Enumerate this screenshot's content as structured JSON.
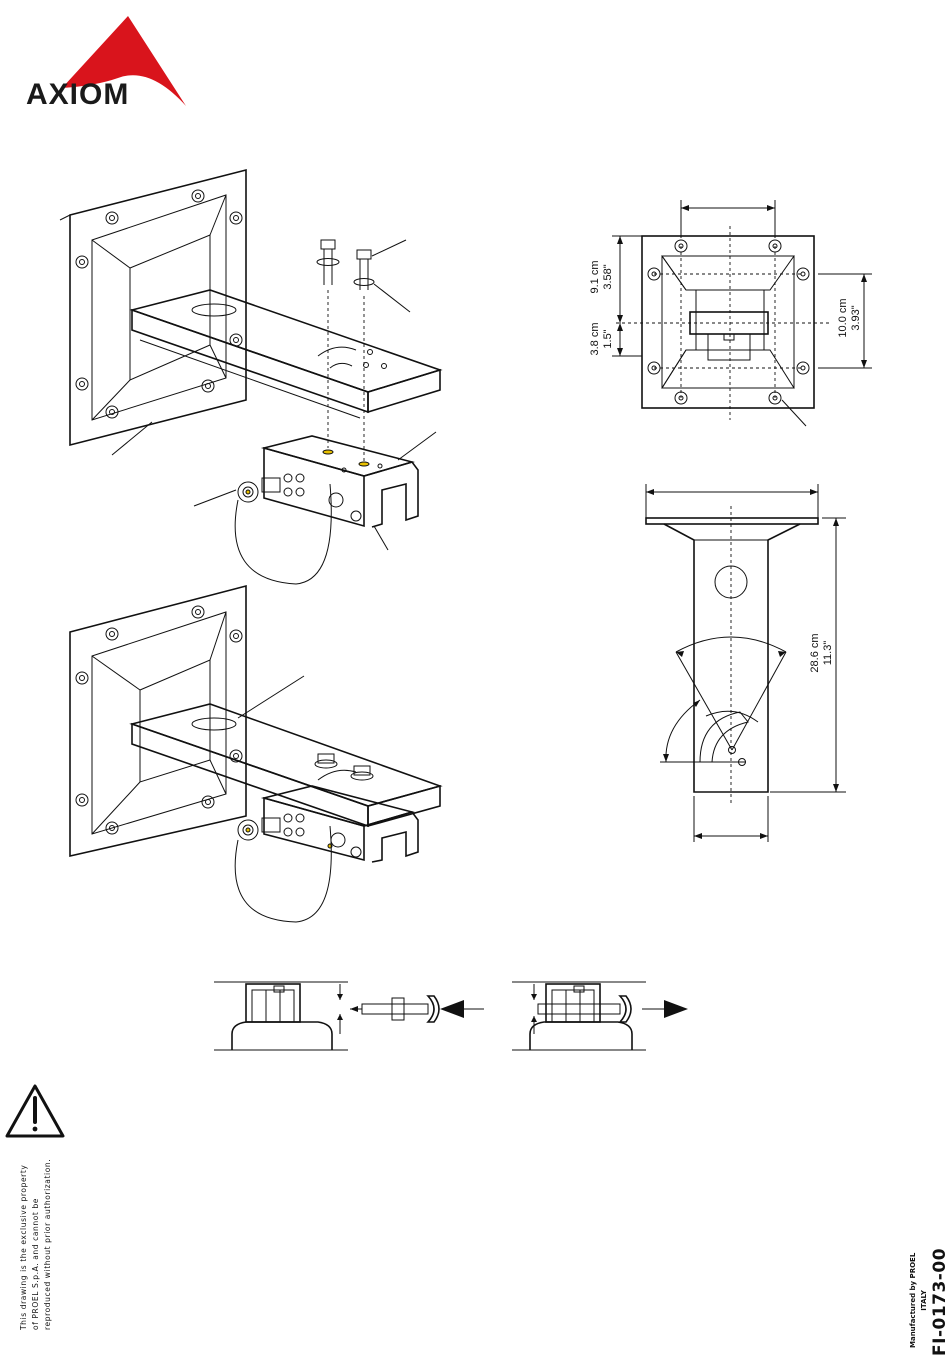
{
  "brand": {
    "name": "AXIOM",
    "color_red": "#d9141c"
  },
  "dimensions": {
    "top_upper": {
      "metric": "9.1 cm",
      "imperial": "3.58\""
    },
    "top_lower": {
      "metric": "3.8 cm",
      "imperial": "1.5\""
    },
    "plate_height": {
      "metric": "10.0 cm",
      "imperial": "3.93\""
    },
    "arm_length": {
      "metric": "28.6 cm",
      "imperial": "11.3\""
    }
  },
  "footer": {
    "legal_line1": "This drawing is the exclusive property",
    "legal_line2": "of PROEL S.p.A. and cannot be",
    "legal_line3": "reproduced without prior authorization.",
    "manufacturer_line1": "Manufactured by PROEL",
    "manufacturer_line2": "ITALY",
    "document_code": "FI-0173-00"
  },
  "icons": [
    "axiom-logo-icon",
    "warning-triangle-icon"
  ]
}
